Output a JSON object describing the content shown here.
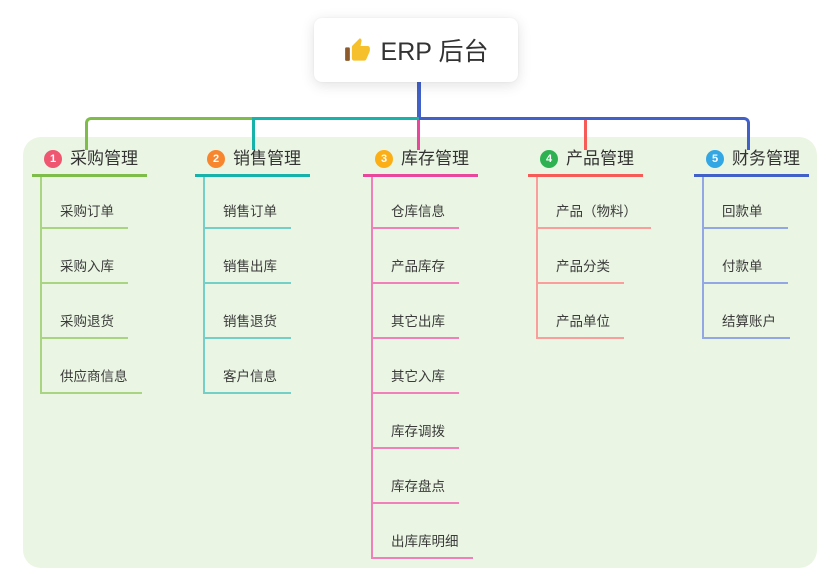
{
  "root": {
    "title": "ERP 后台",
    "icon": "thumbs-up-icon"
  },
  "panel": {
    "background": "#eaf6e3"
  },
  "trunk_color": "#4161c8",
  "branches": [
    {
      "num": "1",
      "label": "采购管理",
      "circle_color": "#ef5670",
      "line_color": "#7fbd4a",
      "child_line_color": "#a9d583",
      "children": [
        "采购订单",
        "采购入库",
        "采购退货",
        "供应商信息"
      ]
    },
    {
      "num": "2",
      "label": "销售管理",
      "circle_color": "#f8862f",
      "line_color": "#17b3ab",
      "child_line_color": "#73cfc8",
      "children": [
        "销售订单",
        "销售出库",
        "销售退货",
        "客户信息"
      ]
    },
    {
      "num": "3",
      "label": "库存管理",
      "circle_color": "#fcae16",
      "line_color": "#e8479b",
      "child_line_color": "#f07fba",
      "children": [
        "仓库信息",
        "产品库存",
        "其它出库",
        "其它入库",
        "库存调拨",
        "库存盘点",
        "出库库明细"
      ]
    },
    {
      "num": "4",
      "label": "产品管理",
      "circle_color": "#2eb251",
      "line_color": "#f65b57",
      "child_line_color": "#f99e9a",
      "children": [
        "产品（物料）",
        "产品分类",
        "产品单位"
      ]
    },
    {
      "num": "5",
      "label": "财务管理",
      "circle_color": "#33a6e4",
      "line_color": "#4161c8",
      "child_line_color": "#93a7e4",
      "children": [
        "回款单",
        "付款单",
        "结算账户"
      ]
    }
  ]
}
